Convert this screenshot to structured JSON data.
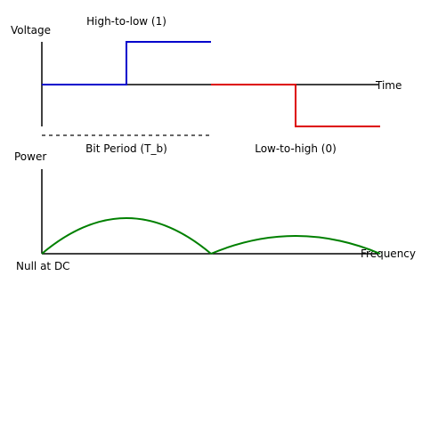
{
  "waveform": {
    "y_axis_label": "Voltage",
    "x_axis_label": "Time",
    "bit_one_label": "High-to-low (1)",
    "bit_zero_label": "Low-to-high (0)",
    "bit_period_label": "Bit Period (T_b)"
  },
  "spectrum": {
    "y_axis_label": "Power",
    "x_axis_label": "Frequency",
    "dc_label": "Null at DC"
  },
  "colors": {
    "axis": "#000000",
    "bit_one": "#0000cc",
    "bit_zero": "#dd0000",
    "spectrum": "#008000",
    "bit_period_marker": "#666666"
  }
}
